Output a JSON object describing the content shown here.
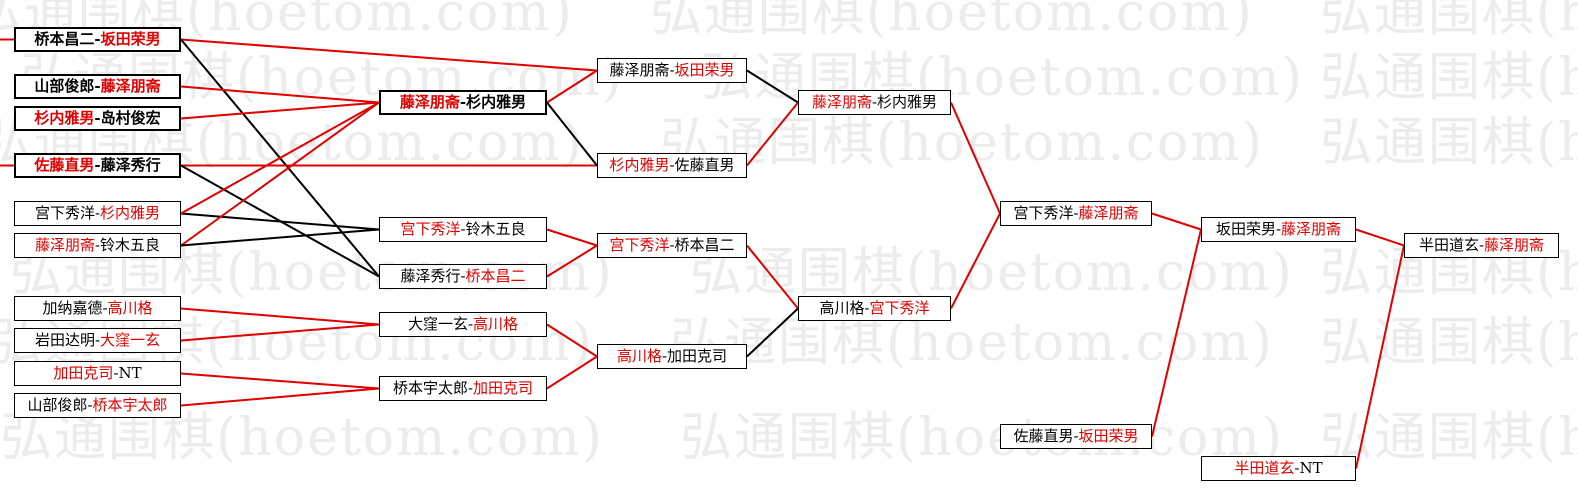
{
  "watermark": "弘通围棋(hoetom.com)",
  "colors": {
    "winner": "#e00000",
    "loser": "#000000",
    "watermark": "#ececec"
  },
  "matches": [
    {
      "id": "r1m1",
      "a": "桥本昌二",
      "b": "坂田荣男",
      "winner": "b",
      "bold": true
    },
    {
      "id": "r1m2",
      "a": "山部俊郎",
      "b": "藤泽朋斋",
      "winner": "b",
      "bold": true
    },
    {
      "id": "r1m3",
      "a": "杉内雅男",
      "b": "岛村俊宏",
      "winner": "a",
      "bold": true
    },
    {
      "id": "r1m4",
      "a": "佐藤直男",
      "b": "藤泽秀行",
      "winner": "a",
      "bold": true
    },
    {
      "id": "r1m5",
      "a": "宫下秀洋",
      "b": "杉内雅男",
      "winner": "b",
      "bold": false
    },
    {
      "id": "r1m6",
      "a": "藤泽朋斋",
      "b": "铃木五良",
      "winner": "a",
      "bold": false
    },
    {
      "id": "r1m7",
      "a": "加纳嘉德",
      "b": "高川格",
      "winner": "b",
      "bold": false
    },
    {
      "id": "r1m8",
      "a": "岩田达明",
      "b": "大窪一玄",
      "winner": "b",
      "bold": false
    },
    {
      "id": "r1m9",
      "a": "加田克司",
      "b": "NT",
      "winner": "a",
      "bold": false
    },
    {
      "id": "r1m10",
      "a": "山部俊郎",
      "b": "桥本宇太郎",
      "winner": "b",
      "bold": false
    },
    {
      "id": "r2m1",
      "a": "藤泽朋斋",
      "b": "杉内雅男",
      "winner": "a",
      "bold": true
    },
    {
      "id": "r2m2",
      "a": "宫下秀洋",
      "b": "铃木五良",
      "winner": "a",
      "bold": false
    },
    {
      "id": "r2m3",
      "a": "藤泽秀行",
      "b": "桥本昌二",
      "winner": "b",
      "bold": false
    },
    {
      "id": "r2m4",
      "a": "大窪一玄",
      "b": "高川格",
      "winner": "b",
      "bold": false
    },
    {
      "id": "r2m5",
      "a": "桥本宇太郎",
      "b": "加田克司",
      "winner": "b",
      "bold": false
    },
    {
      "id": "r3m1",
      "a": "藤泽朋斋",
      "b": "坂田荣男",
      "winner": "b",
      "bold": false
    },
    {
      "id": "r3m2",
      "a": "杉内雅男",
      "b": "佐藤直男",
      "winner": "a",
      "bold": false
    },
    {
      "id": "r3m3",
      "a": "宫下秀洋",
      "b": "桥本昌二",
      "winner": "a",
      "bold": false
    },
    {
      "id": "r3m4",
      "a": "高川格",
      "b": "加田克司",
      "winner": "a",
      "bold": false
    },
    {
      "id": "r4m1",
      "a": "藤泽朋斋",
      "b": "杉内雅男",
      "winner": "a",
      "bold": false
    },
    {
      "id": "r4m2",
      "a": "高川格",
      "b": "宫下秀洋",
      "winner": "b",
      "bold": false
    },
    {
      "id": "r5m1",
      "a": "宫下秀洋",
      "b": "藤泽朋斋",
      "winner": "b",
      "bold": false
    },
    {
      "id": "r5m2",
      "a": "佐藤直男",
      "b": "坂田荣男",
      "winner": "b",
      "bold": false
    },
    {
      "id": "r6m1",
      "a": "坂田荣男",
      "b": "藤泽朋斋",
      "winner": "b",
      "bold": false
    },
    {
      "id": "r6m2",
      "a": "半田道玄",
      "b": "NT",
      "winner": "a",
      "bold": false
    },
    {
      "id": "r7m1",
      "a": "半田道玄",
      "b": "藤泽朋斋",
      "winner": "b",
      "bold": false
    }
  ],
  "connections": [
    {
      "from": "r1m1",
      "to": "r3m1",
      "color": "winner"
    },
    {
      "from": "r1m1",
      "to": "r2m3",
      "color": "loser"
    },
    {
      "from": "r1m2",
      "to": "r2m1",
      "color": "winner"
    },
    {
      "from": "r1m3",
      "to": "r2m1",
      "color": "winner"
    },
    {
      "from": "r1m4",
      "to": "r3m2",
      "color": "winner"
    },
    {
      "from": "r1m4",
      "to": "r2m3",
      "color": "loser"
    },
    {
      "from": "r1m5",
      "to": "r2m2",
      "color": "loser"
    },
    {
      "from": "r1m5",
      "to": "r2m1",
      "color": "winner"
    },
    {
      "from": "r1m6",
      "to": "r2m1",
      "color": "winner"
    },
    {
      "from": "r1m6",
      "to": "r2m2",
      "color": "loser"
    },
    {
      "from": "r1m7",
      "to": "r2m4",
      "color": "winner"
    },
    {
      "from": "r1m8",
      "to": "r2m4",
      "color": "winner"
    },
    {
      "from": "r1m9",
      "to": "r2m5",
      "color": "winner"
    },
    {
      "from": "r1m10",
      "to": "r2m5",
      "color": "winner"
    },
    {
      "from": "r2m1",
      "to": "r3m1",
      "color": "winner"
    },
    {
      "from": "r2m1",
      "to": "r3m2",
      "color": "loser"
    },
    {
      "from": "r2m2",
      "to": "r3m3",
      "color": "winner"
    },
    {
      "from": "r2m3",
      "to": "r3m3",
      "color": "winner"
    },
    {
      "from": "r2m4",
      "to": "r3m4",
      "color": "winner"
    },
    {
      "from": "r2m5",
      "to": "r3m4",
      "color": "winner"
    },
    {
      "from": "r3m1",
      "to": "r4m1",
      "color": "loser"
    },
    {
      "from": "r3m2",
      "to": "r4m1",
      "color": "winner"
    },
    {
      "from": "r3m3",
      "to": "r4m2",
      "color": "winner"
    },
    {
      "from": "r3m4",
      "to": "r4m2",
      "color": "loser"
    },
    {
      "from": "r4m1",
      "to": "r5m1",
      "color": "winner"
    },
    {
      "from": "r4m2",
      "to": "r5m1",
      "color": "winner"
    },
    {
      "from": "r5m1",
      "to": "r6m1",
      "color": "winner"
    },
    {
      "from": "r5m2",
      "to": "r6m1",
      "color": "winner"
    },
    {
      "from": "r6m1",
      "to": "r7m1",
      "color": "winner"
    },
    {
      "from": "r6m2",
      "to": "r7m1",
      "color": "winner"
    }
  ]
}
